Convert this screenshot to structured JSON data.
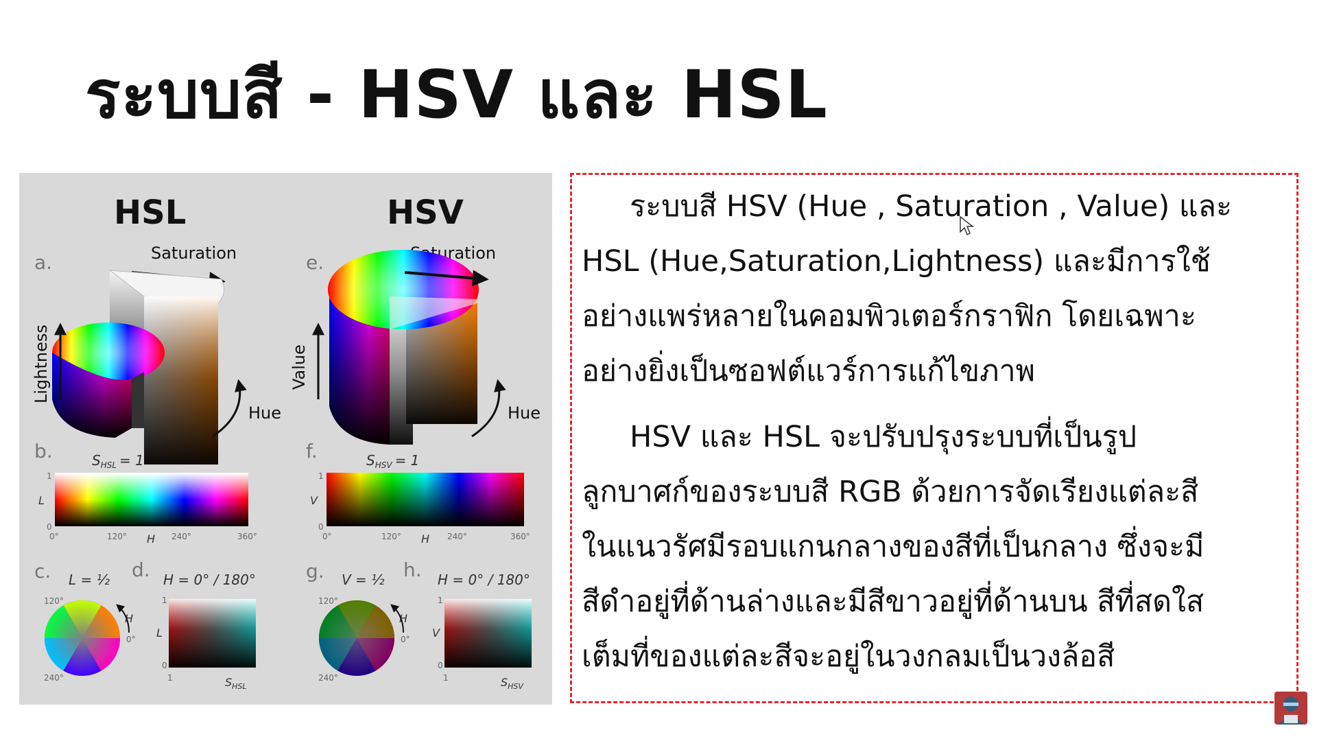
{
  "page": {
    "title": "ระบบสี - HSV และ HSL"
  },
  "figure": {
    "hsl": {
      "heading": "HSL",
      "label_a": "a.",
      "saturation": "Saturation",
      "axis": "Lightness",
      "hue": "Hue",
      "label_b": "b.",
      "s_eq": "S",
      "s_sub": "HSL",
      "s_val": "= 1",
      "axis_letter": "L",
      "tick_1": "1",
      "tick_0": "0",
      "h_ticks": [
        "0°",
        "120°",
        "240°",
        "360°"
      ],
      "h_letter": "H",
      "label_c": "c.",
      "c_eq": "L = ½",
      "label_d": "d.",
      "d_eq": "H = 0° / 180°",
      "wheel_120": "120°",
      "wheel_0": "0°",
      "wheel_240": "240°",
      "wheel_h": "H",
      "sq_axis": "L",
      "sq_ticks": [
        "1",
        "0",
        "1"
      ],
      "sq_s": "S",
      "sq_s_sub": "HSL"
    },
    "hsv": {
      "heading": "HSV",
      "label_e": "e.",
      "saturation": "Saturation",
      "axis": "Value",
      "hue": "Hue",
      "label_f": "f.",
      "s_eq": "S",
      "s_sub": "HSV",
      "s_val": "= 1",
      "axis_letter": "V",
      "tick_1": "1",
      "tick_0": "0",
      "h_ticks": [
        "0°",
        "120°",
        "240°",
        "360°"
      ],
      "h_letter": "H",
      "label_g": "g.",
      "g_eq": "V = ½",
      "label_h": "h.",
      "h_eq": "H = 0° / 180°",
      "wheel_120": "120°",
      "wheel_0": "0°",
      "wheel_240": "240°",
      "wheel_h": "H",
      "sq_axis": "V",
      "sq_ticks": [
        "1",
        "0",
        "1"
      ],
      "sq_s": "S",
      "sq_s_sub": "HSV"
    }
  },
  "text": {
    "p1_lines": [
      "ระบบสี HSV (Hue , Saturation , Value) และ",
      "HSL (Hue,Saturation,Lightness) และมีการใช้",
      "อย่างแพร่หลายในคอมพิวเตอร์กราฟิก โดยเฉพาะ",
      "อย่างยิ่งเป็นซอฟต์แวร์การแก้ไขภาพ"
    ],
    "p2_lines": [
      "HSV และ HSL จะปรับปรุงระบบที่เป็นรูป",
      "ลูกบาศก์ของระบบสี RGB ด้วยการจัดเรียงแต่ละสี",
      "ในแนวรัศมีรอบแกนกลางของสีที่เป็นกลาง ซึ่งจะมี",
      "สีดำอยู่ที่ด้านล่างและมีสีขาวอยู่ที่ด้านบน สีที่สดใส",
      "เต็มที่ของแต่ละสีจะอยู่ในวงกลมเป็นวงล้อสี"
    ]
  },
  "colors": {
    "border": "#e4262c",
    "figure_bg": "#d9d9d9",
    "title": "#111111"
  },
  "icons": [
    "mouse-cursor-icon",
    "channel-avatar-icon"
  ]
}
